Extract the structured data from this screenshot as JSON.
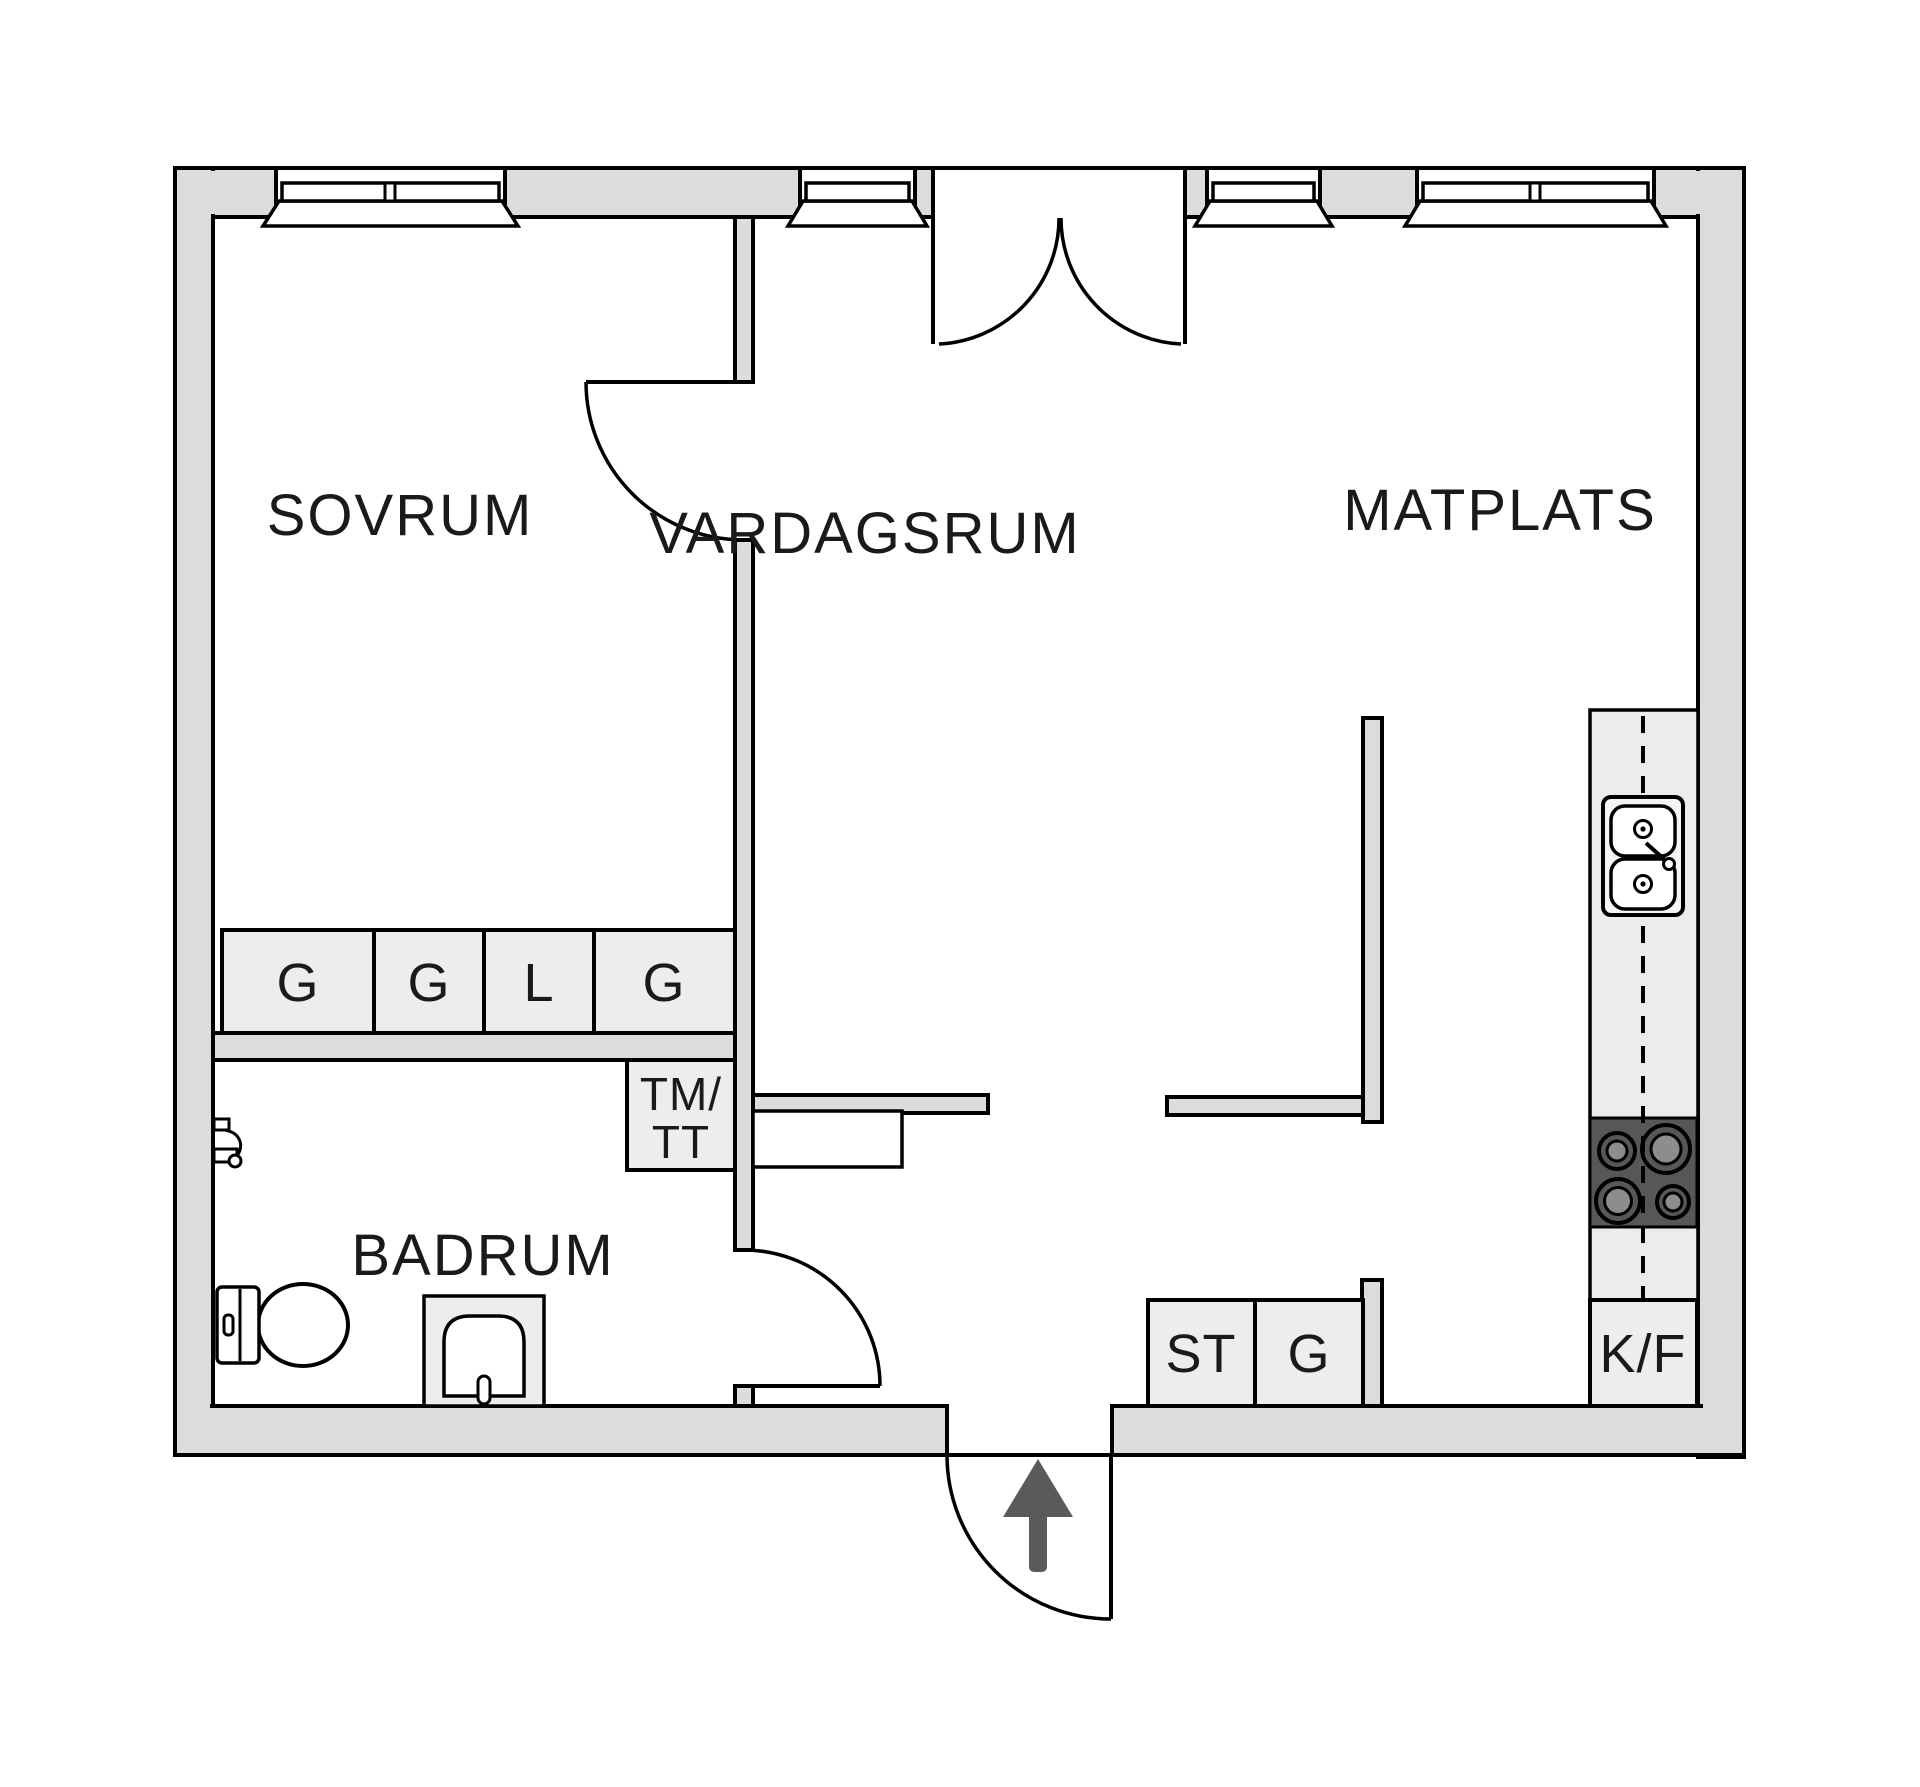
{
  "floorplan": {
    "labels": {
      "bedroom": "SOVRUM",
      "living_room": "VARDAGSRUM",
      "dining_area": "MATPLATS",
      "bathroom": "BADRUM",
      "wardrobe": "G",
      "linen_closet": "L",
      "washer_dryer_line1": "TM/",
      "washer_dryer_line2": "TT",
      "cleaning_closet": "ST",
      "hall_wardrobe": "G",
      "fridge_freezer": "K/F"
    },
    "colors": {
      "wall": "#dcdcdc",
      "fixture": "#ededed",
      "counter": "#ececec",
      "stove": "#575757",
      "burner": "#8d8d8d",
      "arrow": "#5a5a5a",
      "outline": "#000000",
      "text": "#1a1a1a"
    }
  }
}
